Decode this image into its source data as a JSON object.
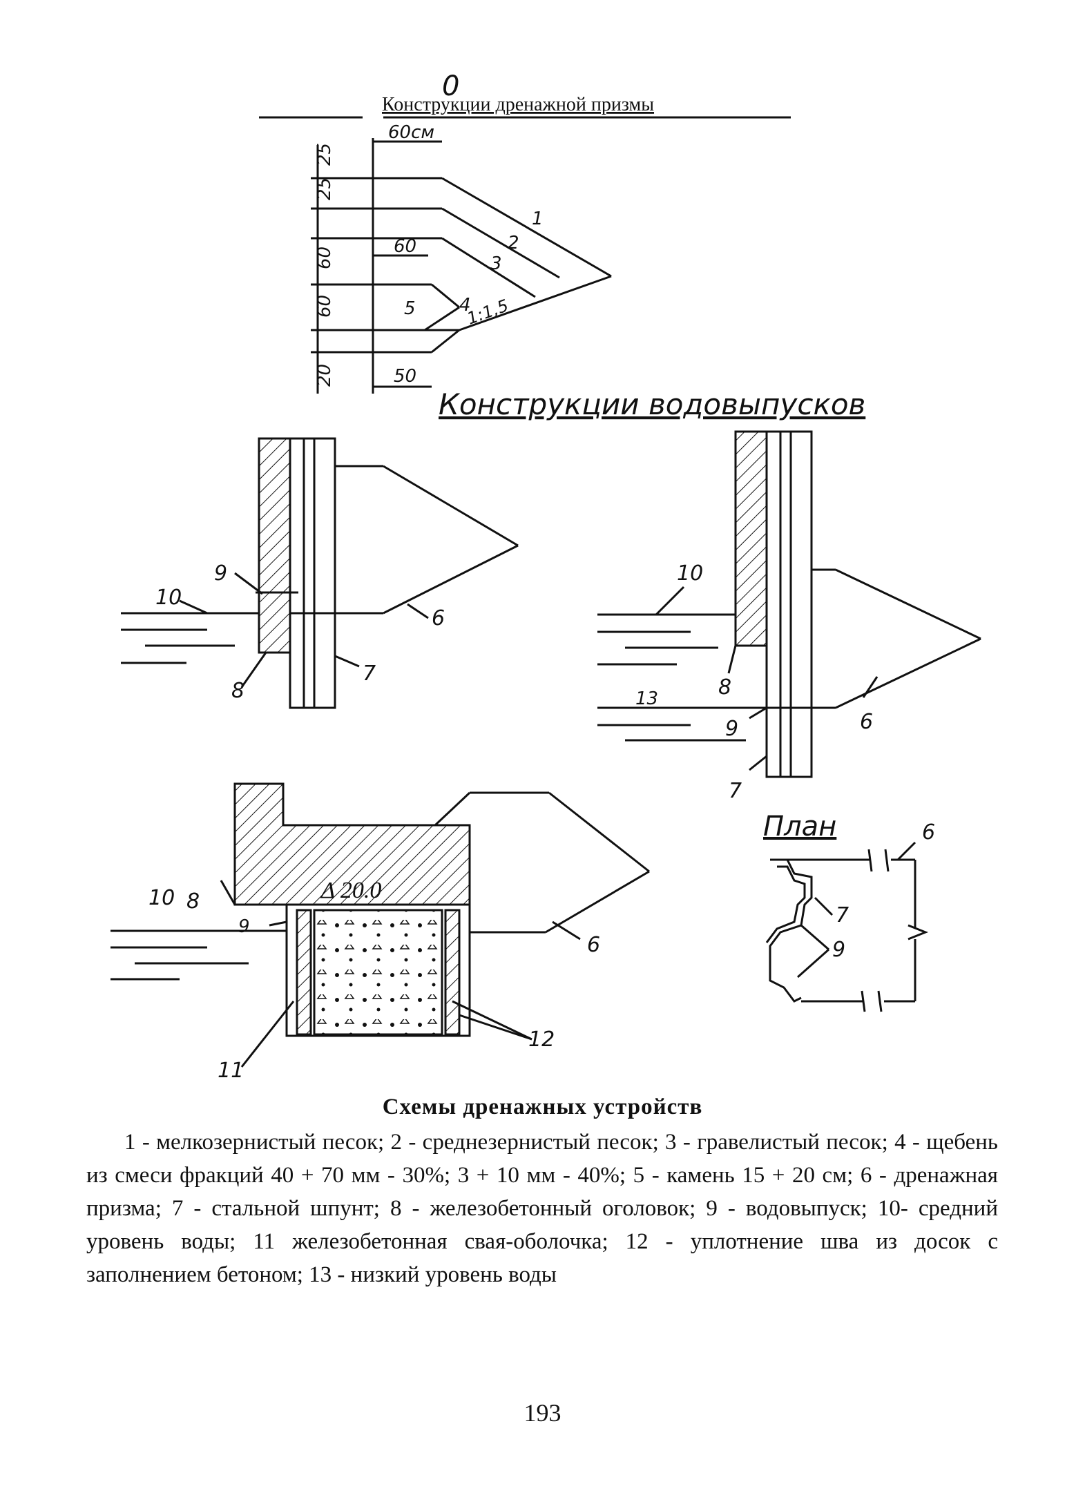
{
  "figure": {
    "prism_title": "Конструкции дренажной призмы",
    "prism_mark": "0",
    "prism_dims": {
      "width_top": "60см",
      "width_mid": "60",
      "width_bottom": "50",
      "layer_heights": [
        "25",
        "25",
        "60",
        "60",
        "20"
      ]
    },
    "prism_labels": [
      "1",
      "2",
      "3",
      "4",
      "5"
    ],
    "prism_slope": "1:1,5",
    "outlet_title": "Конструкции водовыпусков",
    "plan_title": "План",
    "pier_top_text": "Δ 20.0",
    "callouts": {
      "n6": "6",
      "n7": "7",
      "n8": "8",
      "n9": "9",
      "n10": "10",
      "n11": "11",
      "n12": "12",
      "n13": "13"
    }
  },
  "caption": {
    "title": "Схемы дренажных устройств",
    "text": "1 - мелкозернистый песок; 2 - среднезернистый песок; 3 - гравелистый песок; 4 - щебень из смеси фракций 40 + 70 мм - 30%; 3 + 10 мм - 40%; 5 - камень 15 + 20 см; 6 - дренажная призма; 7 - стальной шпунт; 8 - железобетонный оголовок; 9 - водовыпуск; 10- средний уровень воды; 11 железобетонная свая-оболочка; 12 - уплотнение шва из досок с заполнением бетоном; 13 - низкий уровень воды"
  },
  "page_number": "193"
}
